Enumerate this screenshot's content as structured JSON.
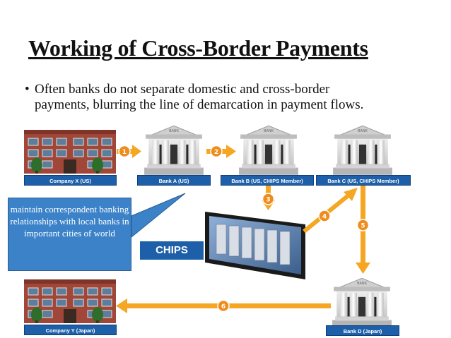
{
  "slide": {
    "title": "Working of Cross-Border Payments",
    "bullet_first_line": "Often banks do not separate domestic and cross-border",
    "bullet_second_line": "payments, blurring the line of demarcation in payment flows.",
    "bullet_symbol": "•"
  },
  "diagram": {
    "nodes": {
      "company_x": "Company X (US)",
      "bank_a": "Bank A (US)",
      "bank_b": "Bank B (US, CHIPS Member)",
      "bank_c": "Bank C (US, CHIPS Member)",
      "company_y": "Company Y (Japan)",
      "bank_d": "Bank D (Japan)",
      "chips": "CHIPS",
      "bank_sign": "BANK"
    },
    "steps": [
      "1",
      "2",
      "3",
      "4",
      "5",
      "6"
    ],
    "callout": "maintain correspondent banking relationships with local banks in important cities of world",
    "colors": {
      "label_blue": "#1d5fa8",
      "callout_blue": "#3b82c9",
      "arrow_orange": "#f5a623",
      "circle_orange": "#f08c1c",
      "brick": "#a0473a"
    }
  }
}
